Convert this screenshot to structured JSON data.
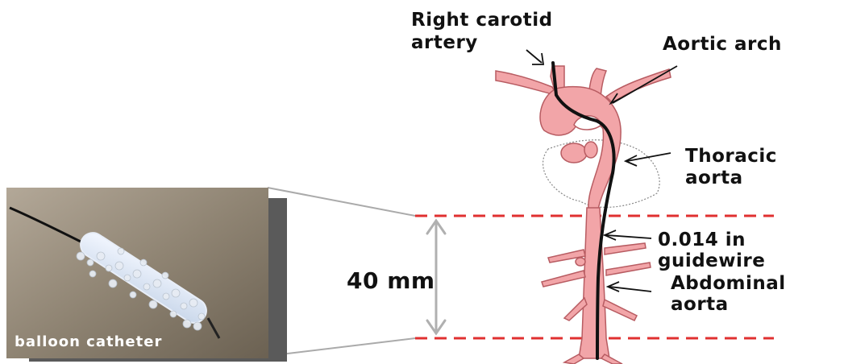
{
  "labels": {
    "right_carotid_line1": "Right carotid",
    "right_carotid_line2": "artery",
    "aortic_arch": "Aortic arch",
    "thoracic_line1": "Thoracic",
    "thoracic_line2": "aorta",
    "guidewire_line1": "0.014 in",
    "guidewire_line2": "guidewire",
    "abdominal_line1": "Abdominal",
    "abdominal_line2": "aorta",
    "distance": "40 mm",
    "photo_caption": "balloon catheter"
  },
  "colors": {
    "vessel": "#f2a5a8",
    "vessel_outline": "#b85c62",
    "guidewire": "#111111",
    "marker_line": "#e03030",
    "arrow": "#b0b0b0",
    "photo_background": "#8f8473",
    "photo_shadow": "#5a5a5a"
  }
}
